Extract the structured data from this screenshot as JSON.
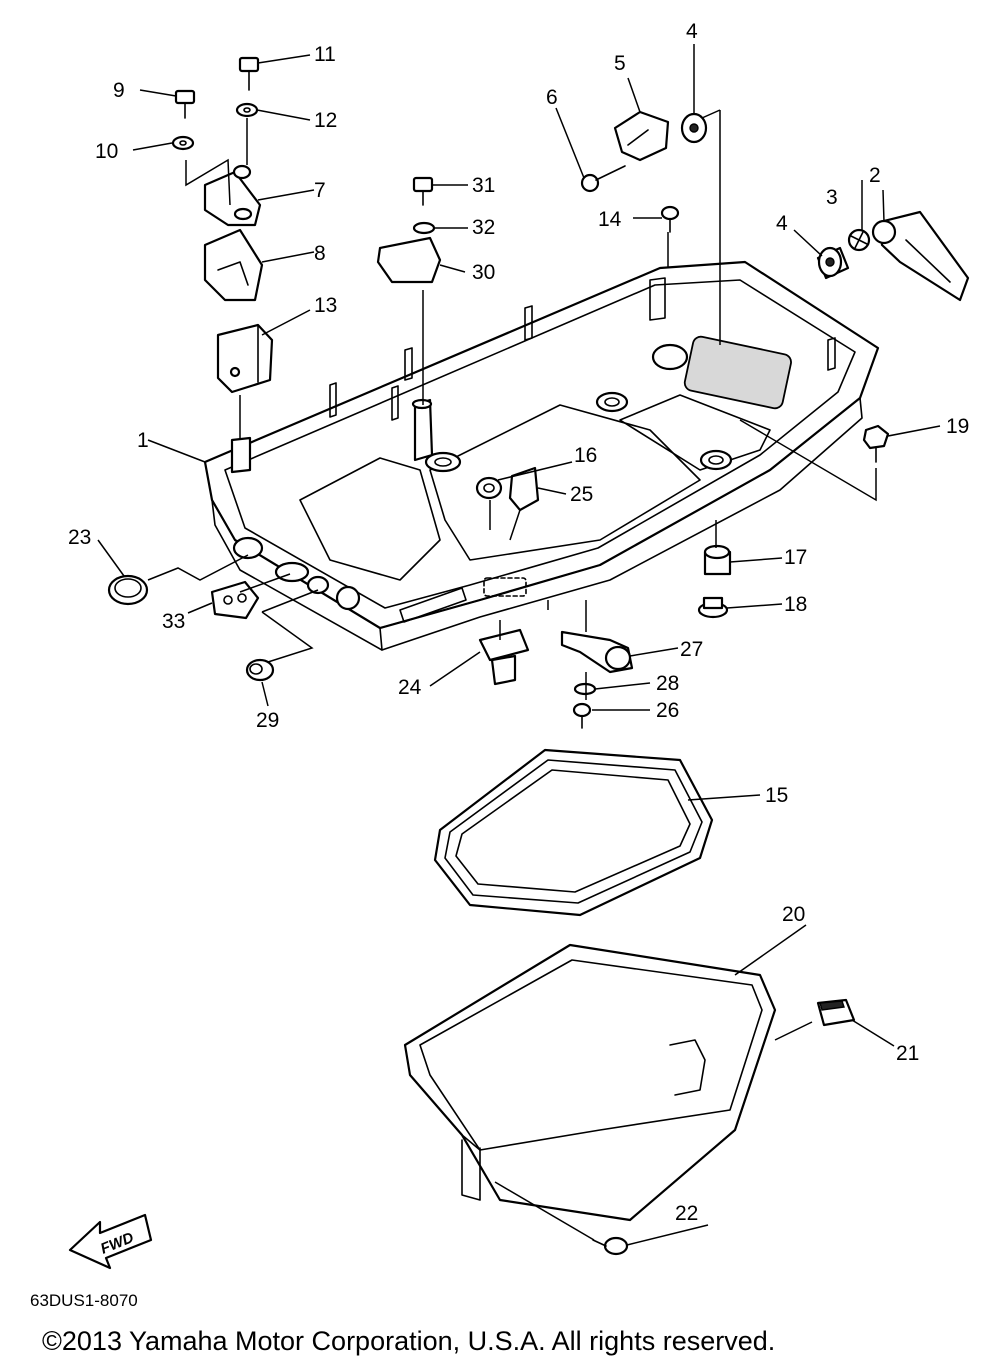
{
  "diagram_code": "63DUS1-8070",
  "copyright": "©2013 Yamaha Motor Corporation, U.S.A. All rights reserved.",
  "fwd_label": "FWD",
  "callouts": [
    {
      "id": "c1",
      "label": "1"
    },
    {
      "id": "c2",
      "label": "2"
    },
    {
      "id": "c3",
      "label": "3"
    },
    {
      "id": "c4a",
      "label": "4"
    },
    {
      "id": "c4b",
      "label": "4"
    },
    {
      "id": "c5",
      "label": "5"
    },
    {
      "id": "c6",
      "label": "6"
    },
    {
      "id": "c7",
      "label": "7"
    },
    {
      "id": "c8",
      "label": "8"
    },
    {
      "id": "c9",
      "label": "9"
    },
    {
      "id": "c10",
      "label": "10"
    },
    {
      "id": "c11",
      "label": "11"
    },
    {
      "id": "c12",
      "label": "12"
    },
    {
      "id": "c13",
      "label": "13"
    },
    {
      "id": "c14",
      "label": "14"
    },
    {
      "id": "c15",
      "label": "15"
    },
    {
      "id": "c16",
      "label": "16"
    },
    {
      "id": "c17",
      "label": "17"
    },
    {
      "id": "c18",
      "label": "18"
    },
    {
      "id": "c19",
      "label": "19"
    },
    {
      "id": "c20",
      "label": "20"
    },
    {
      "id": "c21",
      "label": "21"
    },
    {
      "id": "c22",
      "label": "22"
    },
    {
      "id": "c23",
      "label": "23"
    },
    {
      "id": "c24",
      "label": "24"
    },
    {
      "id": "c25",
      "label": "25"
    },
    {
      "id": "c26",
      "label": "26"
    },
    {
      "id": "c27",
      "label": "27"
    },
    {
      "id": "c28",
      "label": "28"
    },
    {
      "id": "c29",
      "label": "29"
    },
    {
      "id": "c30",
      "label": "30"
    },
    {
      "id": "c31",
      "label": "31"
    },
    {
      "id": "c32",
      "label": "32"
    },
    {
      "id": "c33",
      "label": "33"
    }
  ]
}
